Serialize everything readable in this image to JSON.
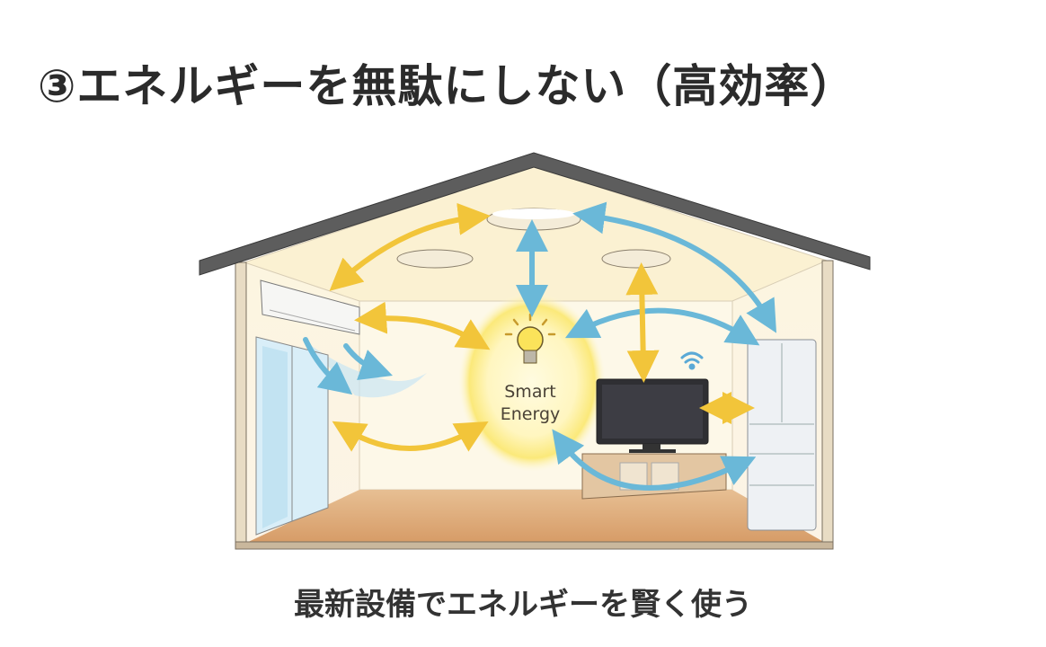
{
  "title": "③エネルギーを無駄にしない（高効率）",
  "caption": "最新設備でエネルギーを賢く使う",
  "illustration": {
    "center_label_line1": "Smart",
    "center_label_line2": "Energy"
  },
  "colors": {
    "arrow_yellow": "#f2c53a",
    "arrow_blue": "#6ab8d8",
    "roof": "#5a5a5a",
    "floor": "#d9a877",
    "glow": "#fff3a8"
  }
}
